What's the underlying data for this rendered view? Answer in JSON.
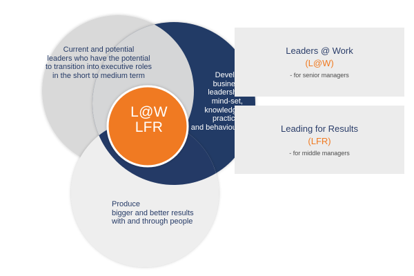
{
  "diagram": {
    "top_circle_text": [
      "Current and potential",
      "leaders who have the potential",
      "to transition into executive roles",
      "in the short to medium term"
    ],
    "navy_circle_text": [
      "Develop",
      "business",
      "leadership",
      "mind-set,",
      "knowledge,",
      "practices",
      "and behaviours"
    ],
    "center_text": [
      "L@W",
      "LFR"
    ],
    "bottom_circle_text": [
      "Produce",
      "bigger and better results",
      "with and through people"
    ]
  },
  "panels": [
    {
      "title": "Leaders @ Work",
      "code": "(L@W)",
      "note": "- for senior managers"
    },
    {
      "title": "Leading for Results",
      "code": "(LFR)",
      "note": "- for middle managers"
    }
  ],
  "colors": {
    "navy": "#243a66",
    "orange": "#f07a21",
    "light_gray": "#d9d9d9",
    "pale_gray": "#eeeeee",
    "panel_gray": "#ececec",
    "text_navy": "#2a3d69"
  }
}
